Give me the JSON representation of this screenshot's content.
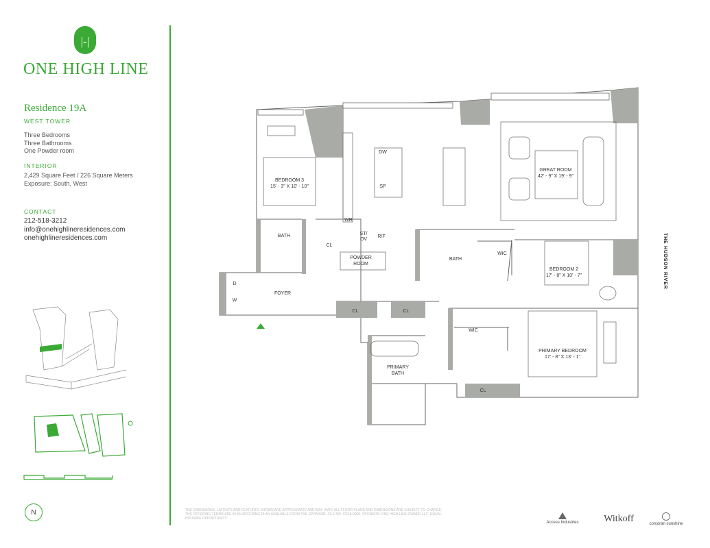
{
  "theme": {
    "accent": "#3aaa35",
    "wall": "#a9aba6",
    "line": "#666666"
  },
  "brand": {
    "logo_glyph": "|‑|",
    "name": "ONE HIGH LINE"
  },
  "residence": {
    "title": "Residence 19A",
    "tower": "WEST TOWER",
    "rooms": [
      "Three Bedrooms",
      "Three Bathrooms",
      "One Powder room"
    ],
    "interior_label": "INTERIOR",
    "area": "2,429 Square Feet / 226 Square Meters",
    "exposure": "Exposure: South, West"
  },
  "contact": {
    "label": "CONTACT",
    "phone": "212-518-3212",
    "email": "info@onehighlineresidences.com",
    "website": "onehighlineresidences.com"
  },
  "compass": "N",
  "river_label": "THE HUDSON RIVER",
  "rooms": {
    "bedroom3": "BEDROOM 3",
    "bedroom3_dim": "15' - 3\" X 10' - 10\"",
    "great_room": "GREAT ROOM",
    "great_room_dim": "42' - 9\" X 19' - 9\"",
    "bedroom2": "BEDROOM 2",
    "bedroom2_dim": "17' - 8\" X 10' - 7\"",
    "primary_bedroom": "PRIMARY BEDROOM",
    "primary_bedroom_dim": "17' - 8\" X 13' - 1\"",
    "bath": "BATH",
    "bath2": "BATH",
    "primary_bath_1": "PRIMARY",
    "primary_bath_2": "BATH",
    "powder_1": "POWDER",
    "powder_2": "ROOM",
    "foyer": "FOYER",
    "wr": "WR",
    "cl": "CL",
    "st_1": "ST/",
    "st_2": "OV",
    "rf": "R/F",
    "dw": "DW",
    "sp": "SP",
    "wic": "WIC",
    "d": "D",
    "w": "W"
  },
  "partners": {
    "p1": "Access Industries",
    "p2": "Witkoff",
    "p3": "corcoran sunshine"
  },
  "disclaimer": "THE DIMENSIONS, LAYOUTS AND FEATURES SHOWN ARE APPROXIMATE AND MAY VARY. ALL FLOOR PLANS AND DIMENSIONS ARE SUBJECT TO CHANGE. THE OFFERING TERMS ARE IN AN OFFERING PLAN AVAILABLE FROM THE SPONSOR. FILE NO. CD18-0000. SPONSOR: ONE HIGH LINE OWNER LLC. EQUAL HOUSING OPPORTUNITY."
}
